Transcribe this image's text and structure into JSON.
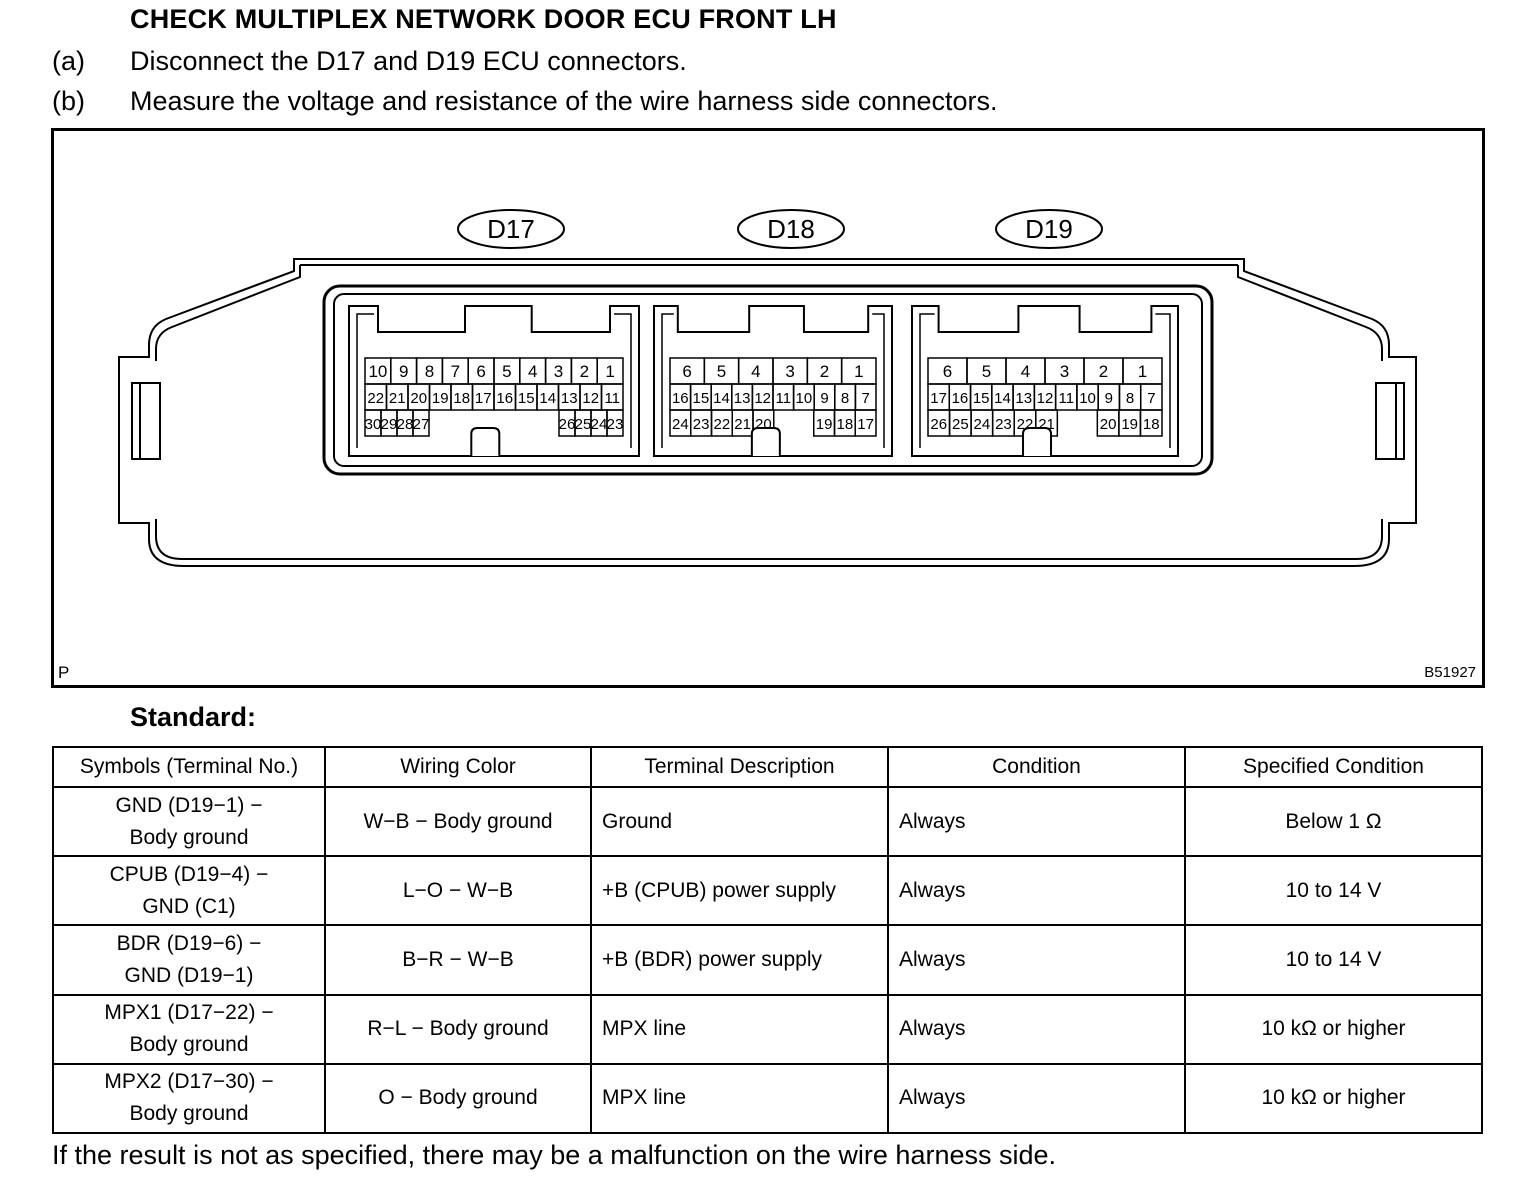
{
  "heading": "CHECK MULTIPLEX NETWORK DOOR ECU FRONT LH",
  "steps": [
    {
      "label": "(a)",
      "text": "Disconnect the D17 and D19 ECU connectors."
    },
    {
      "label": "(b)",
      "text": "Measure the voltage and resistance of the wire harness side connectors."
    }
  ],
  "figure": {
    "corner_left": "P",
    "code": "B51927",
    "connectors": [
      {
        "name": "D17",
        "rows": [
          [
            "10",
            "9",
            "8",
            "7",
            "6",
            "5",
            "4",
            "3",
            "2",
            "1"
          ],
          [
            "22",
            "21",
            "20",
            "19",
            "18",
            "17",
            "16",
            "15",
            "14",
            "13",
            "12",
            "11"
          ],
          [
            "30",
            "29",
            "28",
            "27",
            "26",
            "25",
            "24",
            "23"
          ]
        ]
      },
      {
        "name": "D18",
        "rows": [
          [
            "6",
            "5",
            "4",
            "3",
            "2",
            "1"
          ],
          [
            "16",
            "15",
            "14",
            "13",
            "12",
            "11",
            "10",
            "9",
            "8",
            "7"
          ],
          [
            "24",
            "23",
            "22",
            "21",
            "20",
            "19",
            "18",
            "17"
          ]
        ]
      },
      {
        "name": "D19",
        "rows": [
          [
            "6",
            "5",
            "4",
            "3",
            "2",
            "1"
          ],
          [
            "17",
            "16",
            "15",
            "14",
            "13",
            "12",
            "11",
            "10",
            "9",
            "8",
            "7"
          ],
          [
            "26",
            "25",
            "24",
            "23",
            "22",
            "21",
            "20",
            "19",
            "18"
          ]
        ]
      }
    ]
  },
  "standard_label": "Standard:",
  "table": {
    "headers": [
      "Symbols (Terminal No.)",
      "Wiring Color",
      "Terminal Description",
      "Condition",
      "Specified Condition"
    ],
    "rows": [
      {
        "symbol1": "GND (D19−1) −",
        "symbol2": "Body ground",
        "color": "W−B − Body ground",
        "desc": "Ground",
        "cond": "Always",
        "spec": "Below 1 Ω"
      },
      {
        "symbol1": "CPUB (D19−4) −",
        "symbol2": "GND (C1)",
        "color": "L−O − W−B",
        "desc": "+B (CPUB) power supply",
        "cond": "Always",
        "spec": "10 to 14 V"
      },
      {
        "symbol1": "BDR (D19−6) −",
        "symbol2": "GND (D19−1)",
        "color": "B−R − W−B",
        "desc": "+B (BDR) power supply",
        "cond": "Always",
        "spec": "10 to 14 V"
      },
      {
        "symbol1": "MPX1 (D17−22) −",
        "symbol2": "Body ground",
        "color": "R−L − Body ground",
        "desc": "MPX line",
        "cond": "Always",
        "spec": "10 kΩ or higher"
      },
      {
        "symbol1": "MPX2 (D17−30) −",
        "symbol2": "Body ground",
        "color": "O − Body ground",
        "desc": "MPX line",
        "cond": "Always",
        "spec": "10 kΩ or higher"
      }
    ]
  },
  "footer": "If the result is not as specified, there may be a malfunction on the wire harness side."
}
